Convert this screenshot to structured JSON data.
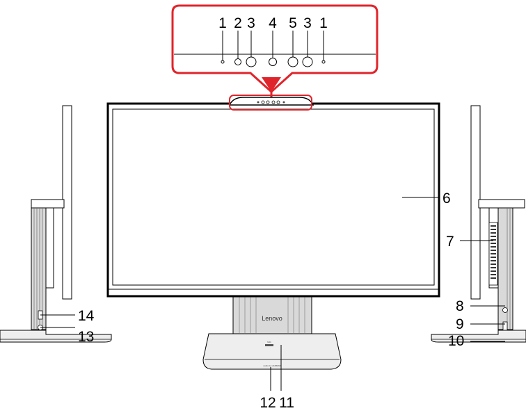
{
  "brand": {
    "logo_text": "Lenovo",
    "audio_text": "audio by HARMAN",
    "mic_text": "MIC"
  },
  "callouts": {
    "top": [
      "1",
      "2",
      "3",
      "4",
      "5",
      "3",
      "1"
    ],
    "n6": "6",
    "n7": "7",
    "n8": "8",
    "n9": "9",
    "n10": "10",
    "n11": "11",
    "n12": "12",
    "n13": "13",
    "n14": "14"
  },
  "colors": {
    "callout_frame": "#e0242b",
    "line": "#000000",
    "stand_fill": "#d9d9d9",
    "base_fill": "#eeeeee"
  }
}
